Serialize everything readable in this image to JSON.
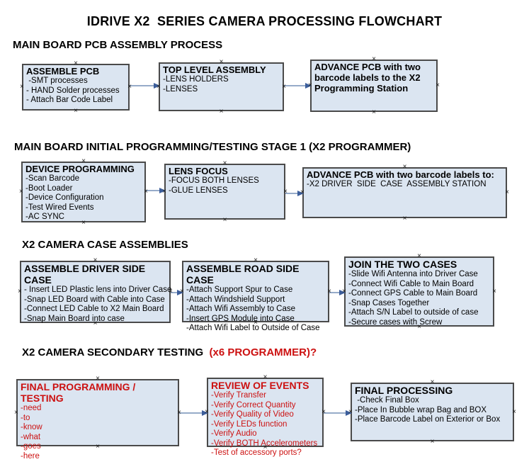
{
  "title": "IDRIVE X2  SERIES CAMERA PROCESSING FLOWCHART",
  "icons": {
    "connector_handle": "×"
  },
  "colors": {
    "box_fill": "#dbe5f1",
    "box_border": "#4a4a4a",
    "arrow_line": "#96abc9",
    "arrow_head": "#3c5e9b",
    "accent_red": "#cc1111",
    "text": "#000000",
    "background": "#ffffff"
  },
  "sections": [
    {
      "heading": "MAIN BOARD PCB ASSEMBLY PROCESS",
      "boxes": [
        {
          "title": "ASSEMBLE PCB",
          "lines": [
            " -SMT processes",
            "- HAND Solder processes",
            "- Attach Bar Code Label"
          ]
        },
        {
          "title": "TOP LEVEL ASSEMBLY",
          "lines": [
            "-LENS HOLDERS",
            "-LENSES"
          ]
        },
        {
          "title": "ADVANCE PCB with two barcode labels to the X2 Programming Station",
          "lines": []
        }
      ]
    },
    {
      "heading": "MAIN BOARD INITIAL PROGRAMMING/TESTING STAGE 1 (X2 PROGRAMMER)",
      "boxes": [
        {
          "title": "DEVICE PROGRAMMING",
          "lines": [
            "-Scan Barcode",
            "-Boot Loader",
            "-Device Configuration",
            "-Test Wired Events",
            "-AC SYNC"
          ]
        },
        {
          "title": "LENS FOCUS",
          "lines": [
            "-FOCUS BOTH LENSES",
            "-GLUE LENSES"
          ]
        },
        {
          "title": "ADVANCE PCB with two barcode labels to:",
          "lines": [
            "-X2 DRIVER  SIDE  CASE  ASSEMBLY STATION"
          ]
        }
      ]
    },
    {
      "heading": "X2 CAMERA CASE ASSEMBLIES",
      "boxes": [
        {
          "title": "ASSEMBLE DRIVER SIDE CASE",
          "lines": [
            "- Insert LED Plastic lens into Driver Case",
            "-Snap LED Board with Cable into Case",
            "-Connect LED Cable to X2 Main Board",
            "-Snap Main Board into case"
          ]
        },
        {
          "title": "ASSEMBLE ROAD SIDE CASE",
          "lines": [
            "-Attach Support Spur to Case",
            "-Attach Windshield Support",
            "-Attach Wifi Assembly to Case",
            "-Insert GPS Module into Case",
            "-Attach Wifi Label to Outside of Case"
          ]
        },
        {
          "title": "JOIN THE TWO CASES",
          "lines": [
            "-Slide Wifi Antenna into Driver Case",
            "-Connect Wifi Cable to Main Board",
            "-Connect GPS Cable to Main Board",
            "-Snap Cases Together",
            "-Attach S/N Label to outside of case",
            "-Secure cases with Screw"
          ]
        }
      ]
    },
    {
      "heading": "X2 CAMERA SECONDARY TESTING",
      "heading_suffix": "  (x6 PROGRAMMER)?",
      "boxes": [
        {
          "title": "FINAL PROGRAMMING / TESTING",
          "lines": [
            "-need",
            "-to",
            "-know",
            "-what",
            "-goes",
            "-here"
          ]
        },
        {
          "title": "REVIEW OF EVENTS",
          "lines": [
            "-Verify Transfer",
            "-Verify Correct Quantity",
            "-Verify Quality of Video",
            "-Verify LEDs function",
            "-Verify Audio",
            "-Verify BOTH Accelerometers",
            "-Test of accessory ports?"
          ]
        },
        {
          "title": "FINAL PROCESSING",
          "lines": [
            " -Check Final Box",
            "-Place In Bubble wrap Bag and BOX",
            "-Place Barcode Label on Exterior or Box"
          ]
        }
      ]
    }
  ]
}
